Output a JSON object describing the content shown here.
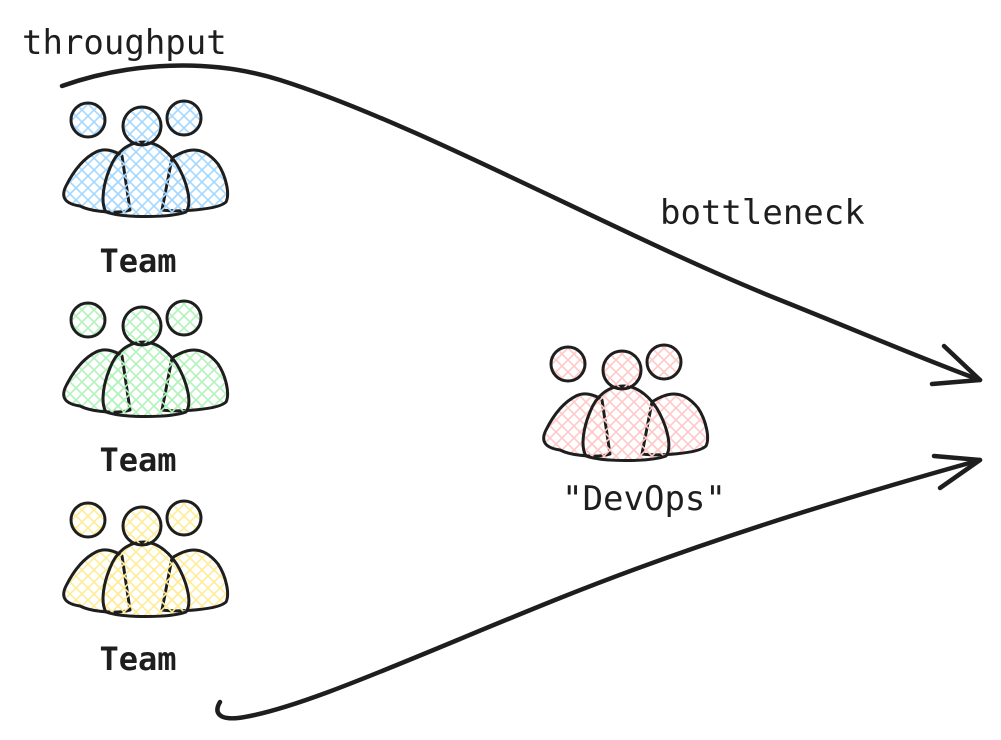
{
  "labels": {
    "throughput": "throughput",
    "bottleneck": "bottleneck",
    "devops": "\"DevOps\""
  },
  "teams": [
    {
      "label": "Team",
      "color": "#a5d8ff"
    },
    {
      "label": "Team",
      "color": "#b2f2bb"
    },
    {
      "label": "Team",
      "color": "#ffec99"
    }
  ],
  "devops_group": {
    "color": "#ffc9c9"
  },
  "colors": {
    "stroke": "#1e1e1e",
    "background": "#ffffff"
  }
}
